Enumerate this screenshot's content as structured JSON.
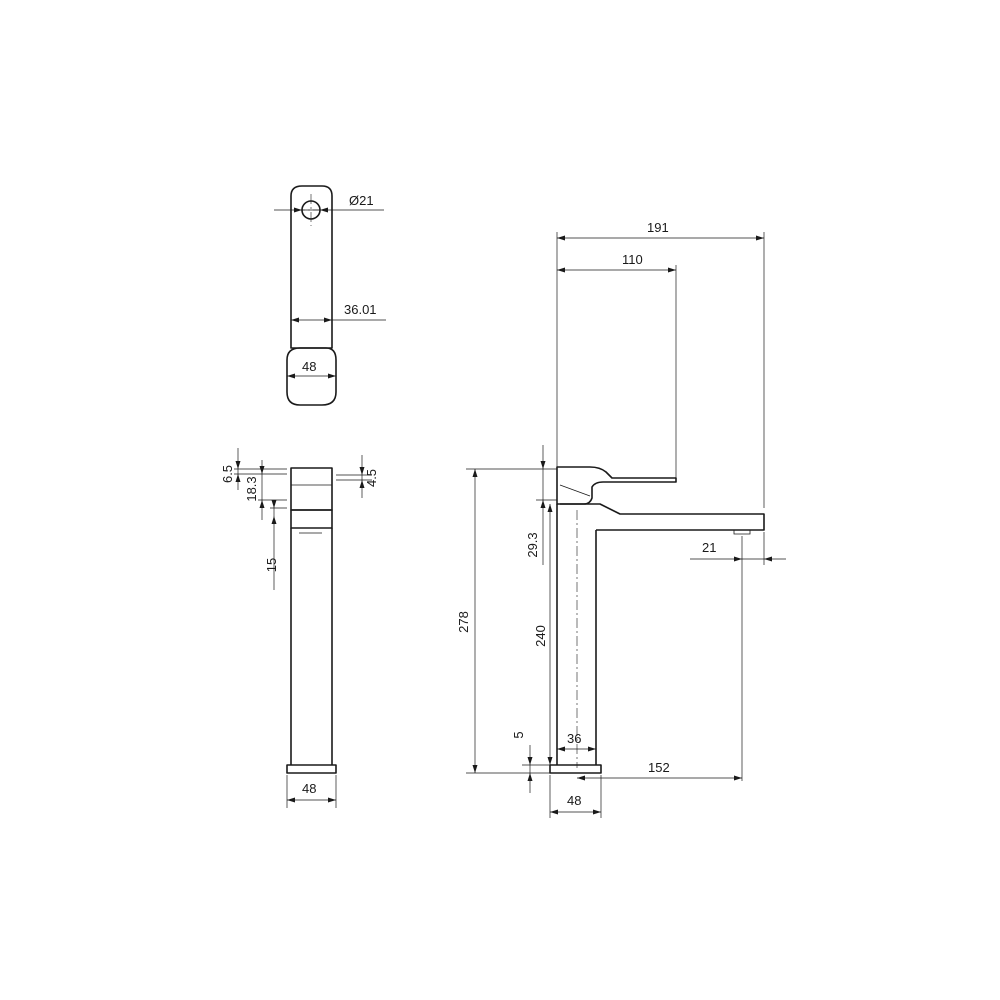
{
  "dimensions": {
    "top_view": {
      "diameter": "Ø21",
      "handle_width": "36.01",
      "base_width": "48"
    },
    "side_view": {
      "top_offset": "6.5",
      "handle_height": "18.3",
      "right_offset": "4.5",
      "lower_gap": "15",
      "base_width": "48"
    },
    "front_view": {
      "overall_depth": "191",
      "handle_reach": "110",
      "spout_diameter": "21",
      "handle_clearance": "29.3",
      "overall_height": "278",
      "body_height": "240",
      "base_thickness": "5",
      "body_width": "36",
      "spout_reach": "152",
      "base_width": "48"
    }
  }
}
